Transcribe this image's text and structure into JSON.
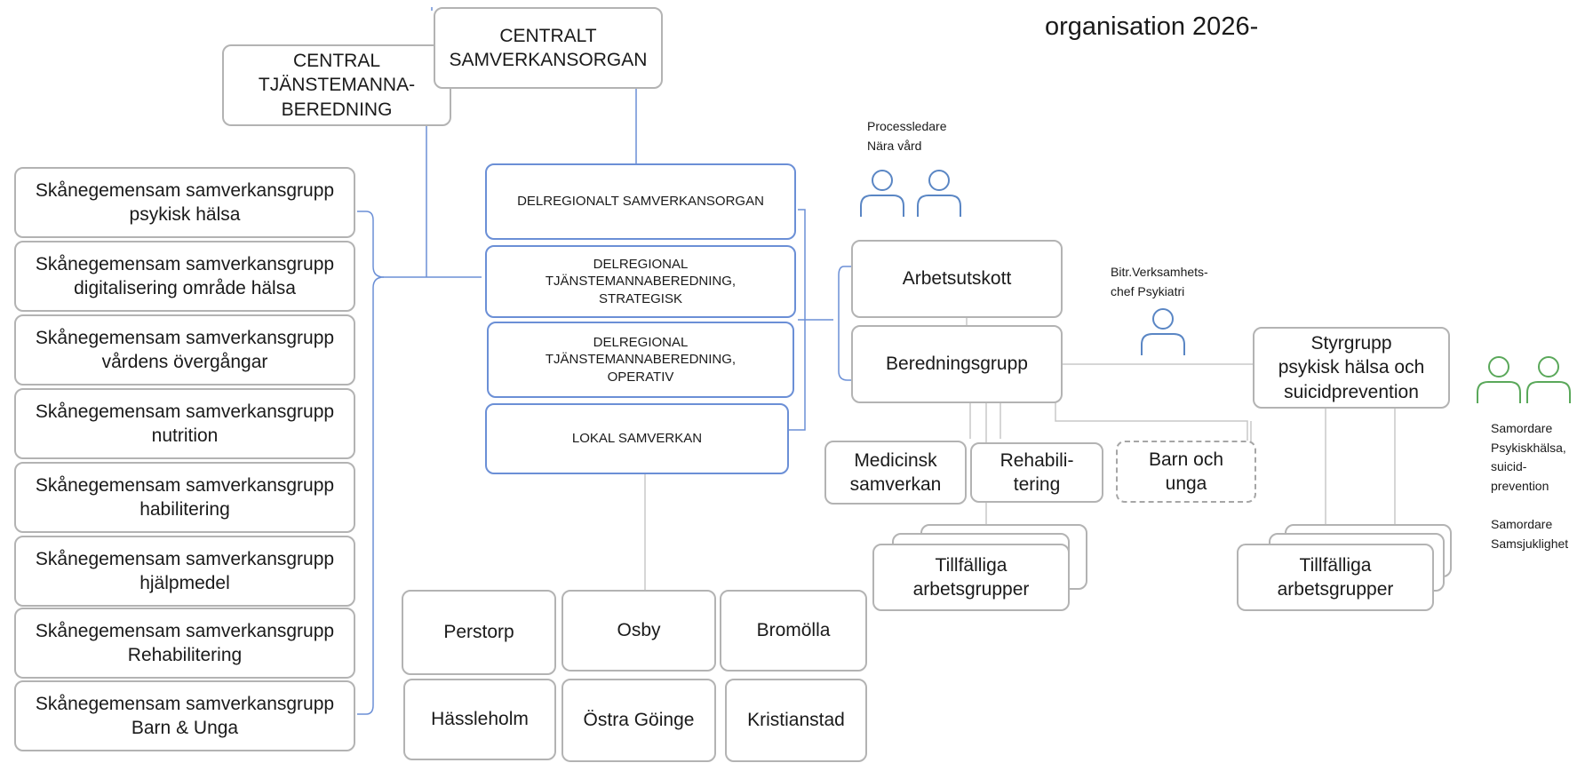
{
  "title": "organisation 2026-",
  "central": {
    "samverkansorgan": [
      "CENTRALT",
      "SAMVERKANSORGAN"
    ],
    "tjanstemanna": [
      "CENTRAL",
      "TJÄNSTEMANNA-",
      "BEREDNING"
    ]
  },
  "groups": [
    [
      "Skånegemensam samverkansgrupp",
      "psykisk hälsa"
    ],
    [
      "Skånegemensam samverkansgrupp",
      "digitalisering område hälsa"
    ],
    [
      "Skånegemensam samverkansgrupp",
      "vårdens övergångar"
    ],
    [
      "Skånegemensam samverkansgrupp",
      "nutrition"
    ],
    [
      "Skånegemensam samverkansgrupp",
      "habilitering"
    ],
    [
      "Skånegemensam samverkansgrupp",
      "hjälpmedel"
    ],
    [
      "Skånegemensam samverkansgrupp",
      "Rehabilitering"
    ],
    [
      "Skånegemensam samverkansgrupp",
      "Barn & Unga"
    ]
  ],
  "delregional": [
    [
      "DELREGIONALT SAMVERKANSORGAN"
    ],
    [
      "DELREGIONAL",
      "TJÄNSTEMANNABEREDNING,",
      "STRATEGISK"
    ],
    [
      "DELREGIONAL",
      "TJÄNSTEMANNABEREDNING,",
      "OPERATIV"
    ],
    [
      "LOKAL SAMVERKAN"
    ]
  ],
  "municipalities": [
    "Perstorp",
    "Osby",
    "Bromölla",
    "Hässleholm",
    "Östra Göinge",
    "Kristianstad"
  ],
  "processledare": [
    "Processledare",
    "Nära vård"
  ],
  "arbetsutskott": "Arbetsutskott",
  "beredningsgrupp": "Beredningsgrupp",
  "medicinsk": [
    "Medicinsk",
    "samverkan"
  ],
  "rehab": [
    "Rehabili-",
    "tering"
  ],
  "barn": [
    "Barn och",
    "unga"
  ],
  "tillfalliga_left": [
    "Tillfälliga",
    "arbetsgrupper"
  ],
  "bitr": [
    "Bitr.Verksamhets-",
    "chef Psykiatri"
  ],
  "styrgrupp": [
    "Styrgrupp",
    "psykisk hälsa och",
    "suicidprevention"
  ],
  "tillfalliga_right": [
    "Tillfälliga",
    "arbetsgrupper"
  ],
  "samordare_1": [
    "Samordare",
    "Psykiskhälsa,",
    "suicid-",
    "prevention"
  ],
  "samordare_2": [
    "Samordare",
    "Samsjuklighet"
  ],
  "colors": {
    "blue_border": "#6b8fd6",
    "gray_border": "#b3b3b3",
    "person_blue": "#5a86c4",
    "person_green": "#5aa85a",
    "line_blue": "#6b8fd6",
    "line_gray": "#c8c8c8"
  }
}
